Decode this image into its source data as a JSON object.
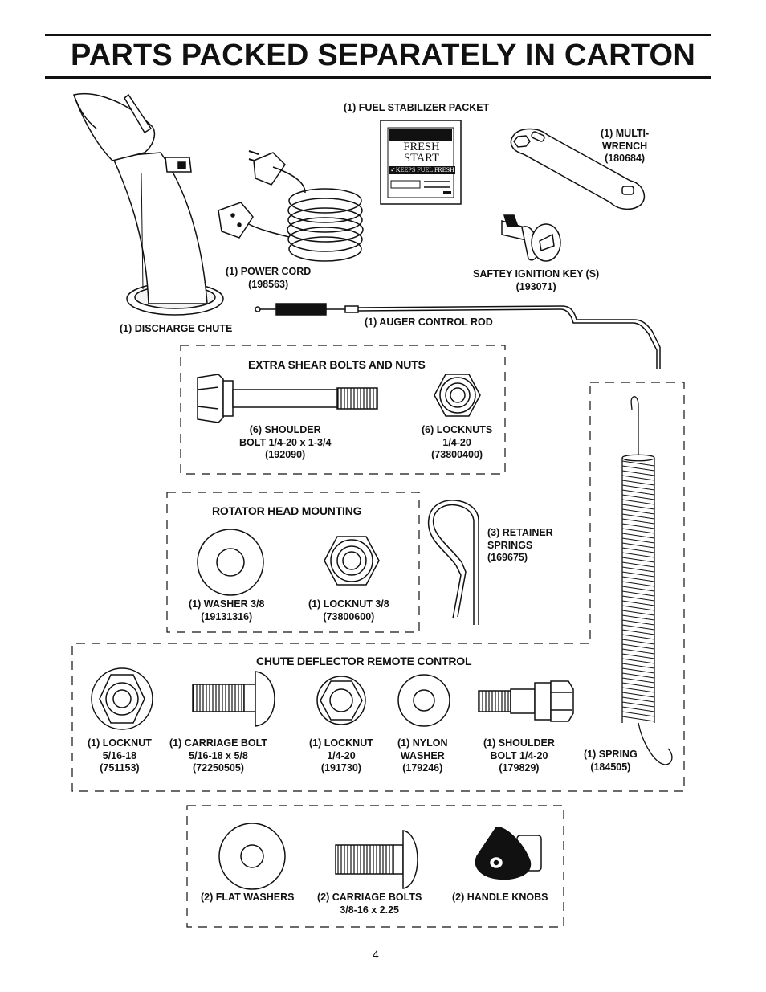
{
  "page": {
    "title": "PARTS PACKED SEPARATELY IN CARTON",
    "page_number": "4"
  },
  "top_parts": {
    "fuel_stabilizer": {
      "label": "(1) FUEL STABILIZER PACKET",
      "packet_line1": "FRESH",
      "packet_line2": "START",
      "packet_tagline": "✓KEEPS FUEL FRESH"
    },
    "multi_wrench": {
      "line1": "(1) MULTI-",
      "line2": "WRENCH",
      "line3": "(180684)"
    },
    "power_cord": {
      "line1": "(1) POWER CORD",
      "line2": "(198563)"
    },
    "ignition_key": {
      "line1": "SAFTEY IGNITION KEY (S)",
      "line2": "(193071)"
    },
    "discharge_chute": {
      "line1": "(1) DISCHARGE CHUTE"
    },
    "auger_control_rod": {
      "line1": "(1) AUGER CONTROL ROD"
    }
  },
  "shear_section": {
    "title": "EXTRA SHEAR BOLTS AND NUTS",
    "bolt": {
      "line1": "(6) SHOULDER",
      "line2": "BOLT 1/4-20 x 1-3/4",
      "line3": "(192090)"
    },
    "locknuts": {
      "line1": "(6) LOCKNUTS",
      "line2": "1/4-20",
      "line3": "(73800400)"
    }
  },
  "rotator_section": {
    "title": "ROTATOR HEAD MOUNTING",
    "washer": {
      "line1": "(1) WASHER 3/8",
      "line2": "(19131316)"
    },
    "locknut": {
      "line1": "(1) LOCKNUT 3/8",
      "line2": "(73800600)"
    }
  },
  "retainer_springs": {
    "line1": "(3) RETAINER",
    "line2": "SPRINGS",
    "line3": "(169675)"
  },
  "spring": {
    "line1": "(1) SPRING",
    "line2": "(184505)"
  },
  "chute_deflector_section": {
    "title": "CHUTE DEFLECTOR REMOTE CONTROL",
    "items": [
      {
        "line1": "(1) LOCKNUT",
        "line2": "5/16-18",
        "line3": "(751153)"
      },
      {
        "line1": "(1) CARRIAGE BOLT",
        "line2": "5/16-18 x 5/8",
        "line3": "(72250505)"
      },
      {
        "line1": "(1) LOCKNUT",
        "line2": "1/4-20",
        "line3": "(191730)"
      },
      {
        "line1": "(1) NYLON",
        "line2": "WASHER",
        "line3": "(179246)"
      },
      {
        "line1": "(1) SHOULDER",
        "line2": "BOLT 1/4-20",
        "line3": "(179829)"
      }
    ]
  },
  "bottom_section": {
    "flat_washers": {
      "line1": "(2) FLAT WASHERS"
    },
    "carriage_bolts": {
      "line1": "(2) CARRIAGE BOLTS",
      "line2": "3/8-16 x 2.25"
    },
    "handle_knobs": {
      "line1": "(2) HANDLE KNOBS"
    }
  }
}
